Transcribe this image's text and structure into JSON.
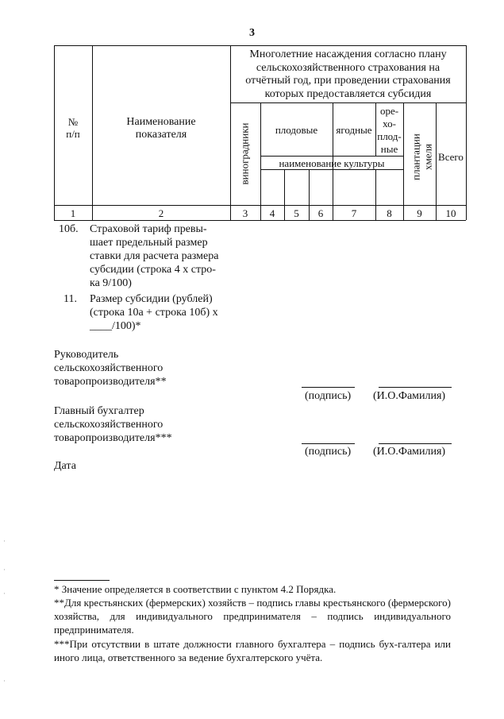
{
  "page_number": "3",
  "header": {
    "num_label_1": "№",
    "num_label_2": "п/п",
    "name_label_1": "Наименование",
    "name_label_2": "показателя",
    "group_lines": [
      "Многолетние насаждения согласно плану",
      "сельскохозяйственного страхования на",
      "отчётный год, при проведении страхования",
      "которых предоставляется субсидия"
    ],
    "vineyards": "виноградники",
    "fruit": "плодовые",
    "berry": "ягодные",
    "nut_lines": [
      "оре-",
      "хо-",
      "плод-",
      "ные"
    ],
    "hops_line1": "плантации",
    "hops_line2": "хмеля",
    "total": "Всего",
    "culture_name": "наименование культуры"
  },
  "column_numbers": [
    "1",
    "2",
    "3",
    "4",
    "5",
    "6",
    "7",
    "8",
    "9",
    "10"
  ],
  "rows": [
    {
      "num": "10б.",
      "lines": [
        "Страховой тариф превы-",
        "шает предельный размер",
        "ставки для расчета размера",
        "субсидии (строка 4 х стро-",
        "ка 9/100)"
      ]
    },
    {
      "num": "11.",
      "lines": [
        "Размер субсидии (рублей)",
        "(строка 10а + строка 10б) х",
        "____/100)*"
      ]
    }
  ],
  "signatures": {
    "head_lines": [
      "Руководитель",
      "сельскохозяйственного",
      "товаропроизводителя**"
    ],
    "accountant_lines": [
      "Главный бухгалтер",
      "сельскохозяйственного",
      "товаропроизводителя***"
    ],
    "signature_caption": "(подпись)",
    "name_caption": "(И.О.Фамилия)",
    "date_label": "Дата"
  },
  "footnotes": [
    "* Значение определяется в соответствии с пунктом 4.2 Порядка.",
    "**Для крестьянских (фермерских) хозяйств – подпись главы крестьянского (фермерского) хозяйства, для индивидуального предпринимателя – подпись индивидуального предпринимателя.",
    "***При отсутствии в штате должности главного бухгалтера – подпись бух-галтера или иного лица, ответственного за ведение бухгалтерского учёта."
  ]
}
